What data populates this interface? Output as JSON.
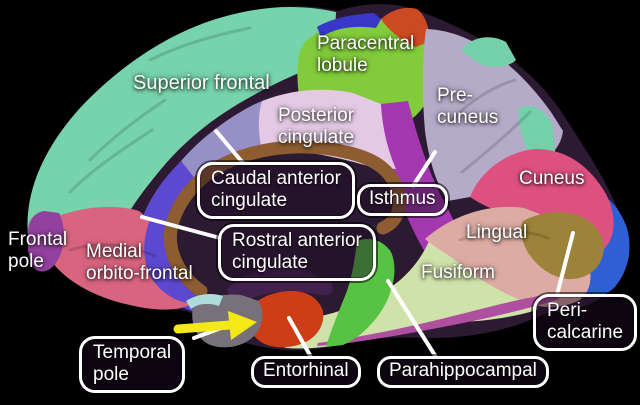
{
  "figure": {
    "kind": "brain-medial-parcellation-diagram",
    "background": "#000000",
    "arrow_color": "#f5e915",
    "pointer_color": "#ffffff"
  },
  "colors": {
    "interior": "#2c1a33",
    "superior_frontal": "#76d3ab",
    "paracentral_lobule": "#82cb3b",
    "top_blue_patch": "#3937c8",
    "top_red_patch": "#cc4a21",
    "precuneus": "#b4abc8",
    "parietal_teal_patch": "#74d0a9",
    "posterior_cingulate": "#e3c9e4",
    "caudal_anterior_cingulate": "#9790c6",
    "rostral_anterior_cingulate": "#5d48d0",
    "isthmus_cingulate": "#a338b1",
    "cuneus": "#dd5181",
    "pericalcarine": "#9c8339",
    "lingual": "#dcaba4",
    "fusiform": "#cfe2a9",
    "occipital_blue": "#2f5fd5",
    "inferior_temporal_magenta": "#ae4f9f",
    "parahippocampal": "#57c243",
    "entorhinal": "#cd3d18",
    "medial_temporal_dark": "#43214e",
    "temporal_pole": "#77727a",
    "subcallosal_cyan": "#aedcda",
    "medial_orbito_frontal": "#d8647f",
    "frontal_pole": "#93419f",
    "corpus_callosum": "#8d5c31"
  },
  "plain_labels": [
    {
      "id": "superior-frontal",
      "line1": "Superior frontal",
      "line2": ""
    },
    {
      "id": "paracentral-lobule",
      "line1": "Paracentral",
      "line2": "lobule"
    },
    {
      "id": "posterior-cingulate",
      "line1": "Posterior",
      "line2": "cingulate"
    },
    {
      "id": "precuneus",
      "line1": "Pre-",
      "line2": "cuneus"
    },
    {
      "id": "cuneus",
      "line1": "Cuneus",
      "line2": ""
    },
    {
      "id": "lingual",
      "line1": "Lingual",
      "line2": ""
    },
    {
      "id": "fusiform",
      "line1": "Fusiform",
      "line2": ""
    },
    {
      "id": "frontal-pole",
      "line1": "Frontal",
      "line2": "pole"
    },
    {
      "id": "medial-orbito-frontal",
      "line1": "Medial",
      "line2": "orbito-frontal"
    }
  ],
  "boxed_labels": [
    {
      "id": "caudal-anterior-cingulate",
      "line1": "Caudal anterior",
      "line2": "cingulate"
    },
    {
      "id": "isthmus",
      "line1": "Isthmus",
      "line2": ""
    },
    {
      "id": "rostral-anterior-cingulate",
      "line1": "Rostral anterior",
      "line2": "cingulate"
    },
    {
      "id": "peri-calcarine",
      "line1": "Peri-",
      "line2": "calcarine"
    },
    {
      "id": "temporal-pole",
      "line1": "Temporal",
      "line2": "pole"
    },
    {
      "id": "entorhinal",
      "line1": "Entorhinal",
      "line2": ""
    },
    {
      "id": "parahippocampal",
      "line1": "Parahippocampal",
      "line2": ""
    }
  ]
}
